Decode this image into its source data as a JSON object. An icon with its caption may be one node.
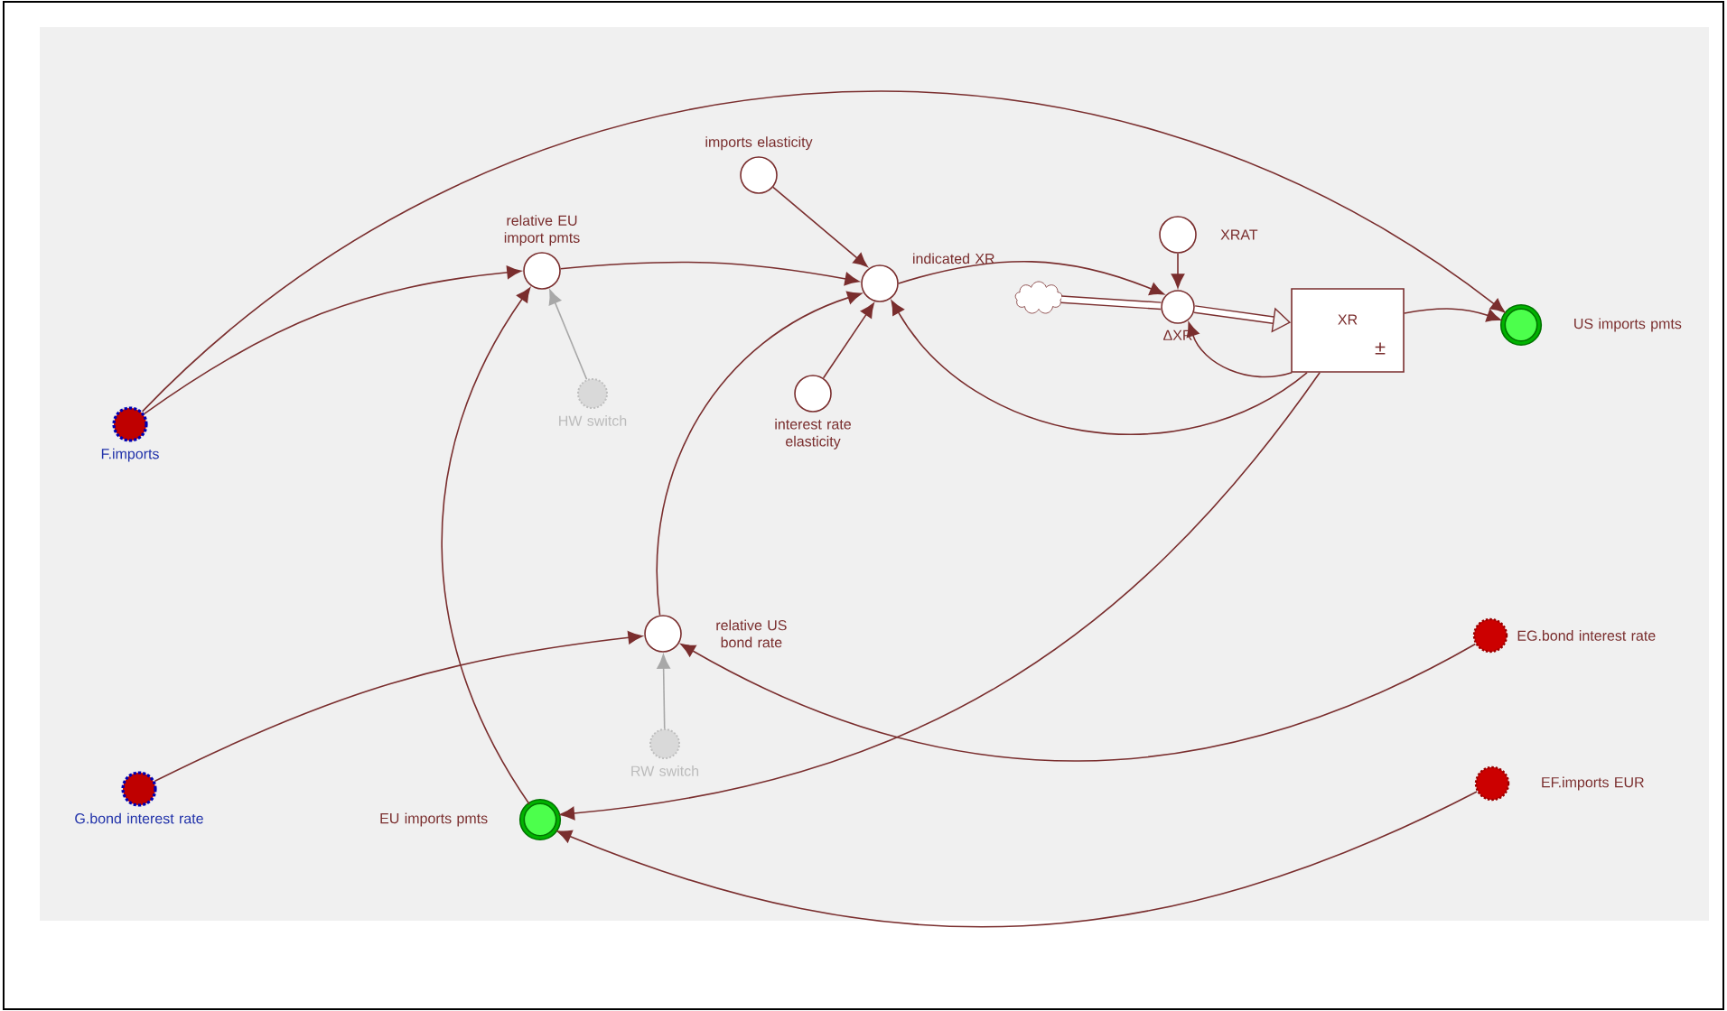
{
  "diagram": {
    "nodes": [
      {
        "text": [
          "F.imports"
        ]
      },
      {
        "text": [
          "relative EU import pmts"
        ]
      },
      {
        "text": [
          "imports elasticity"
        ]
      },
      {
        "text": [
          "indicated XR"
        ]
      },
      {
        "text": [
          "HW switch"
        ]
      },
      {
        "text": [
          "interest rate elasticity"
        ]
      },
      {
        "text": [
          "XRAT"
        ]
      },
      {
        "text": [
          "ΔXR"
        ]
      },
      {
        "text": [],
        "shape": "cloud"
      },
      {
        "text": [
          "XR",
          "±"
        ]
      },
      {
        "text": [
          "US imports pmts"
        ]
      },
      {
        "text": [
          "relative US bond rate"
        ]
      },
      {
        "text": [
          "RW switch"
        ]
      },
      {
        "text": [
          "G.bond interest rate"
        ]
      },
      {
        "text": [
          "EU imports pmts"
        ]
      },
      {
        "text": [
          "EG.bond interest rate"
        ]
      },
      {
        "text": [
          "EF.imports EUR"
        ]
      }
    ],
    "edges": [
      {
        "from": 0,
        "to": 1,
        "arrow": "to"
      },
      {
        "from": 0,
        "to": 10,
        "arrow": "to"
      },
      {
        "from": 1,
        "to": 3,
        "arrow": "to"
      },
      {
        "from": 2,
        "to": 3,
        "arrow": "to"
      },
      {
        "from": 5,
        "to": 3,
        "arrow": "to"
      },
      {
        "from": 11,
        "to": 3,
        "arrow": "to"
      },
      {
        "from": 4,
        "to": 1,
        "arrow": "to",
        "color": "#a8a8a8"
      },
      {
        "from": 3,
        "to": 7,
        "arrow": "to"
      },
      {
        "from": 6,
        "to": 7,
        "arrow": "to"
      },
      {
        "from": 8,
        "to": 7,
        "arrow": "none",
        "style": "thick"
      },
      {
        "from": 7,
        "to": 9,
        "arrow": "to",
        "style": "thick"
      },
      {
        "from": 9,
        "to": 7,
        "arrow": "to"
      },
      {
        "from": 9,
        "to": 3,
        "arrow": "to"
      },
      {
        "from": 9,
        "to": 10,
        "arrow": "to"
      },
      {
        "from": 9,
        "to": 14,
        "arrow": "to"
      },
      {
        "from": 14,
        "to": 1,
        "arrow": "to"
      },
      {
        "from": 13,
        "to": 11,
        "arrow": "to"
      },
      {
        "from": 12,
        "to": 11,
        "arrow": "to",
        "color": "#a8a8a8"
      },
      {
        "from": 15,
        "to": 11,
        "arrow": "to"
      },
      {
        "from": 16,
        "to": 14,
        "arrow": "to"
      }
    ]
  }
}
